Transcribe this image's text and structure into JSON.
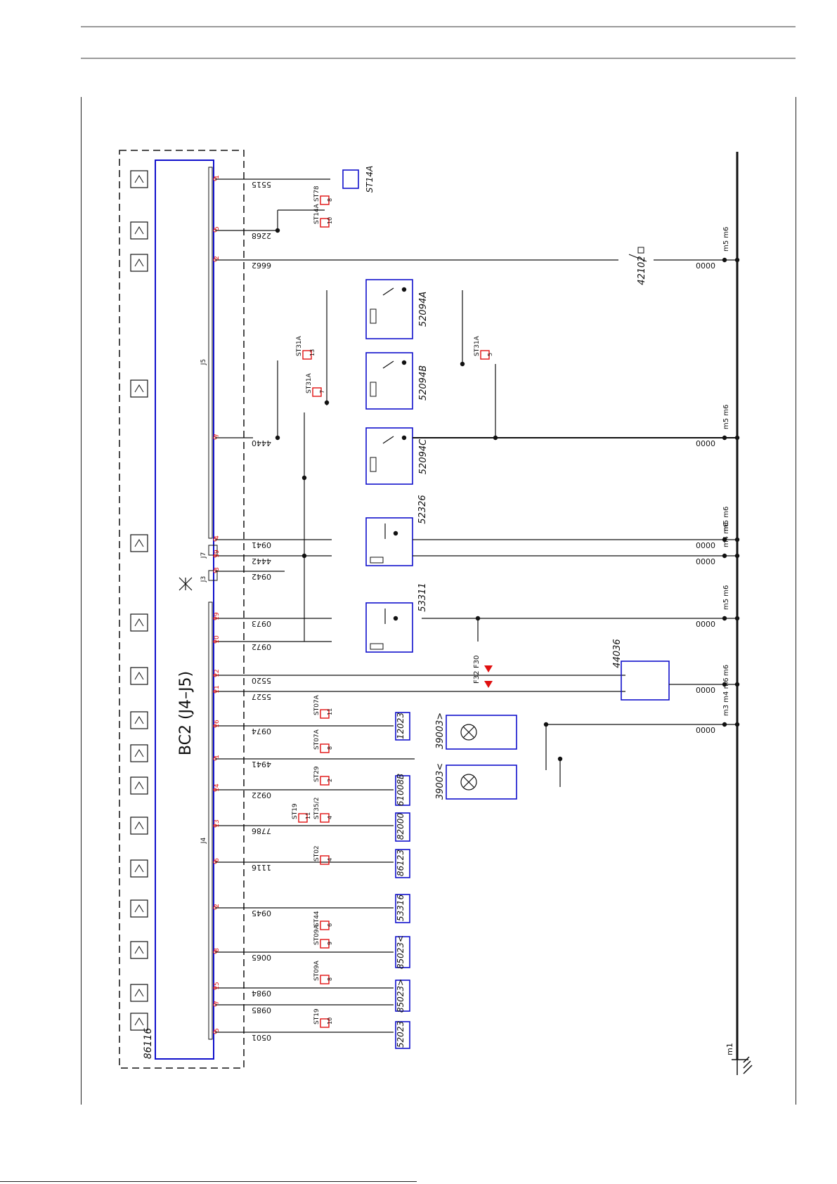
{
  "diagram": {
    "module_title": "BC2  (J4–J5)",
    "module_code": "86116",
    "connector_labels": {
      "j5": "J5",
      "j4": "J4",
      "j7": "J7",
      "j3": "J3"
    },
    "ground_labels": {
      "m1": "m1"
    },
    "harness_rows": [
      {
        "pin": "1",
        "wire": "5515",
        "note": "J5"
      },
      {
        "pin": "5",
        "wire": "2268"
      },
      {
        "pin": "2",
        "wire": "6662"
      },
      {
        "pin": "7",
        "wire": "4440"
      },
      {
        "pin": "4",
        "wire": "0941"
      },
      {
        "pin": "19",
        "wire": "4442"
      },
      {
        "pin": "3",
        "wire": "0942"
      },
      {
        "pin": "19",
        "wire": "0973"
      },
      {
        "pin": "10",
        "wire": "0972"
      },
      {
        "pin": "12",
        "wire": "5520"
      },
      {
        "pin": "11",
        "wire": "5527"
      },
      {
        "pin": "16",
        "wire": "0974"
      },
      {
        "pin": "1",
        "wire": "4941"
      },
      {
        "pin": "14",
        "wire": "0922"
      },
      {
        "pin": "13",
        "wire": "7786"
      },
      {
        "pin": "6",
        "wire": "1116"
      },
      {
        "pin": "2",
        "wire": "0945"
      },
      {
        "pin": "8",
        "wire": "0065"
      },
      {
        "pin": "15",
        "wire": "0984"
      },
      {
        "pin": "7",
        "wire": "0985"
      },
      {
        "pin": "5",
        "wire": "0501"
      }
    ],
    "components": [
      {
        "code": "ST14A"
      },
      {
        "code": "52094A"
      },
      {
        "code": "52094B"
      },
      {
        "code": "52094C"
      },
      {
        "code": "52326"
      },
      {
        "code": "53311"
      },
      {
        "code": "44036"
      },
      {
        "code": "42102"
      },
      {
        "code": "39003>"
      },
      {
        "code": "39003<"
      },
      {
        "code": "12023"
      },
      {
        "code": "61008B"
      },
      {
        "code": "82000"
      },
      {
        "code": "86123"
      },
      {
        "code": "53316"
      },
      {
        "code": "85023<"
      },
      {
        "code": "85023>"
      },
      {
        "code": "52023"
      }
    ],
    "connectors": [
      {
        "code": "ST78",
        "pin": "8"
      },
      {
        "code": "ST14A",
        "pin": "10"
      },
      {
        "code": "ST31A",
        "pin": "13"
      },
      {
        "code": "ST31A",
        "pin": "5"
      },
      {
        "code": "ST31A",
        "pin": "7"
      },
      {
        "code": "ST07A",
        "pin": "11"
      },
      {
        "code": "ST07A",
        "pin": "8"
      },
      {
        "code": "ST29",
        "pin": "2"
      },
      {
        "code": "ST19",
        "pin": "11"
      },
      {
        "code": "ST35/2",
        "pin": "4"
      },
      {
        "code": "ST02",
        "pin": "4"
      },
      {
        "code": "ST44",
        "pin": "6"
      },
      {
        "code": "ST09A",
        "pin": "9"
      },
      {
        "code": "ST09A",
        "pin": "8"
      },
      {
        "code": "ST19",
        "pin": "10"
      }
    ],
    "fuses": [
      {
        "code": "F30"
      },
      {
        "code": "F32"
      }
    ],
    "ground_rows": [
      {
        "wire": "0000",
        "labels": "m5 m6"
      },
      {
        "wire": "0000",
        "labels": "m5 m6"
      },
      {
        "wire": "0000",
        "labels": "m5 m6"
      },
      {
        "wire": "0000",
        "labels": "m4 m6"
      },
      {
        "wire": "0000",
        "labels": "m5 m6"
      },
      {
        "wire": "0000",
        "labels": "m6"
      },
      {
        "wire": "0000",
        "labels": "m3 m4 m6"
      }
    ],
    "colors": {
      "component_box": "#1010cc",
      "connector_box": "#e01010",
      "fuse": "#e01010",
      "wire": "#111111"
    }
  }
}
